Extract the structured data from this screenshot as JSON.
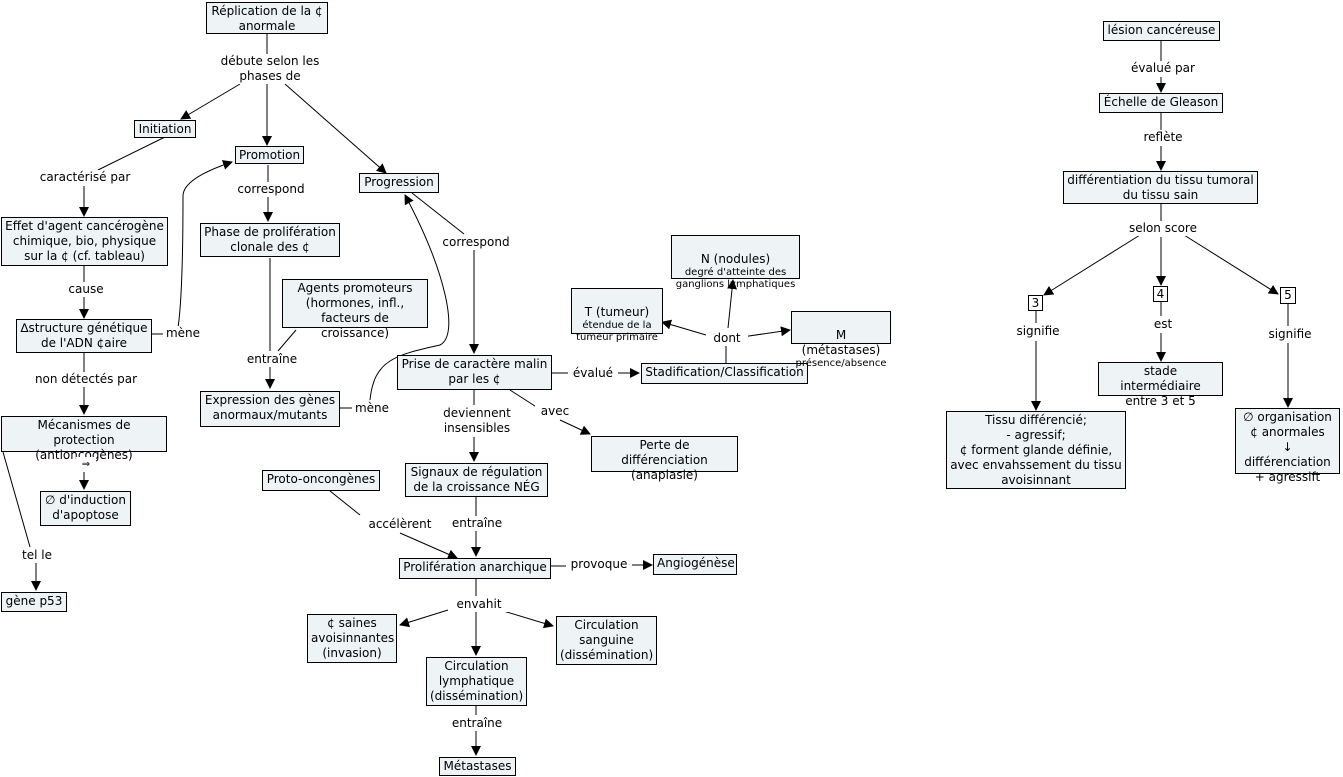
{
  "nodes": {
    "replication": "Réplication de la ¢\nanormale",
    "initiation": "Initiation",
    "promotion": "Promotion",
    "progression": "Progression",
    "effet_agent": "Effet d'agent cancérogène\nchimique, bio, physique\nsur la ¢ (cf. tableau)",
    "phase_proliferation": "Phase de prolifération\nclonale des  ¢",
    "agents_promoteurs": "Agents promoteurs\n(hormones, infl.,\nfacteurs de croissance)",
    "delta_structure": "∆structure génétique\nde l'ADN ¢aire",
    "expression_genes": "Expression des gènes\nanormaux/mutants",
    "mecanismes": "Mécanismes de protection\n(antioncogènes)",
    "induction": "∅ d'induction\nd'apoptose",
    "gene_p53": "gène p53",
    "prise_caractere": "Prise de caractère malin\npar les ¢",
    "stadification": "Stadification/Classification",
    "t_tumeur": "T (tumeur)",
    "t_sub": "étendue de la\ntumeur primaire",
    "n_nodules": "N (nodules)",
    "n_sub": "degré d'atteinte des\nganglions lymphatiques",
    "m_metastases": "M (métastases)",
    "m_sub": "présence/absence",
    "perte_diff": "Perte de différenciation\n(anaplasie)",
    "signaux": "Signaux de régulation\nde la croissance NÉG",
    "proto": "Proto-oncongènes",
    "proliferation": "Prolifération anarchique",
    "angiogenese": "Angiogénèse",
    "cell_saines": "¢ saines\navoisinnantes\n(invasion)",
    "circ_sanguine": "Circulation\nsanguine\n(dissémination)",
    "circ_lymph": "Circulation\nlymphatique\n(dissémination)",
    "metastases": "Métastases",
    "lesion": "lésion cancéreuse",
    "gleason": "Échelle de Gleason",
    "differentiation": "différentiation du tissu tumoral\ndu tissu sain",
    "score3": "3",
    "score4": "4",
    "score5": "5",
    "tissu_diff": "Tissu différencié;\n- agressif;\n¢ forment glande définie,\navec envahssement du tissu\navoisinnant",
    "stade_inter": "stade intermédiaire\nentre 3 et 5",
    "organisation": "∅ organisation\n¢ anormales\n↓ différenciation\n+ agressift"
  },
  "labels": {
    "debute": "débute selon les\nphases de",
    "caracterise": "caractérisé par",
    "correspond1": "correspond",
    "correspond2": "correspond",
    "cause": "cause",
    "mene1": "mène",
    "mene2": "mène",
    "entraine1": "entraîne",
    "non_detectes": "non détectés par",
    "arrow_sym": "⇒",
    "tel_le": "tel le",
    "evalue": "évalué",
    "dont": "dont",
    "deviennent": "deviennent\ninsensibles",
    "avec": "avec",
    "accelerent": "accélèrent",
    "entraine2": "entraîne",
    "provoque": "provoque",
    "envahit": "envahit",
    "entraine3": "entraîne",
    "evalue_par": "évalué par",
    "reflete": "reflète",
    "selon_score": "selon score",
    "signifie1": "signifie",
    "est": "est",
    "signifie2": "signifie"
  }
}
